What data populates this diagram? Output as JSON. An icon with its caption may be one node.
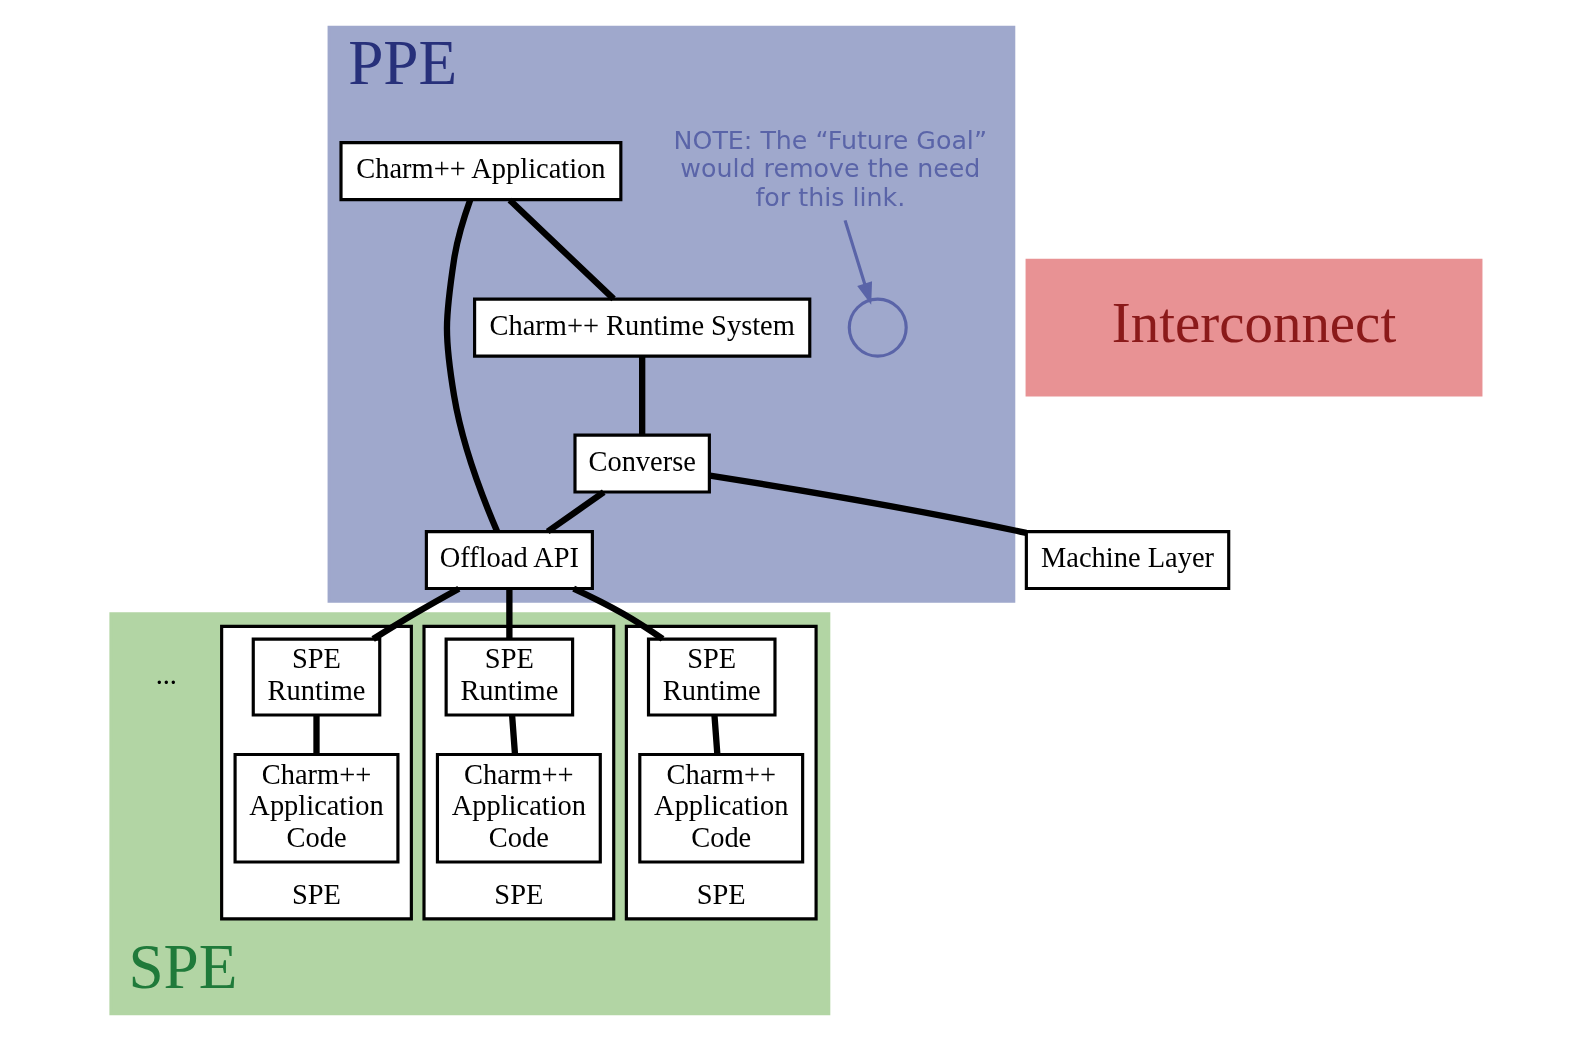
{
  "diagram": {
    "nodes": [
      {
        "text": [
          "PPE"
        ]
      },
      {
        "text": [
          "Charm++ Application"
        ],
        "in": 0
      },
      {
        "text": [
          "Charm++ Runtime System"
        ],
        "in": 0
      },
      {
        "text": [
          "Converse"
        ],
        "in": 0
      },
      {
        "text": [
          "Offload API"
        ],
        "in": 0
      },
      {
        "text": [
          "Machine Layer"
        ]
      },
      {
        "text": [
          "NOTE: The “Future Goal” would remove the need for this link."
        ],
        "in": 0
      },
      {
        "text": [],
        "shape": "circle",
        "in": 0
      },
      {
        "text": [
          "SPE"
        ]
      },
      {
        "text": [
          "SPE"
        ],
        "in": 8
      },
      {
        "text": [
          "SPE Runtime"
        ],
        "in": 9
      },
      {
        "text": [
          "Charm++ Application Code"
        ],
        "in": 9
      },
      {
        "text": [
          "SPE"
        ],
        "in": 8
      },
      {
        "text": [
          "SPE Runtime"
        ],
        "in": 12
      },
      {
        "text": [
          "Charm++ Application Code"
        ],
        "in": 12
      },
      {
        "text": [
          "SPE"
        ],
        "in": 8
      },
      {
        "text": [
          "SPE Runtime"
        ],
        "in": 15
      },
      {
        "text": [
          "Charm++ Application Code"
        ],
        "in": 15
      },
      {
        "text": [
          "Interconnect"
        ]
      }
    ],
    "edges": [
      {
        "from": 1,
        "to": 4,
        "arrow": "none"
      },
      {
        "from": 1,
        "to": 2,
        "arrow": "none"
      },
      {
        "from": 2,
        "to": 3,
        "arrow": "none"
      },
      {
        "from": 3,
        "to": 4,
        "arrow": "none"
      },
      {
        "from": 3,
        "to": 5,
        "arrow": "none"
      },
      {
        "from": 6,
        "to": 7,
        "arrow": "to",
        "color": "#5a64a8"
      },
      {
        "from": 4,
        "to": 10,
        "arrow": "none"
      },
      {
        "from": 4,
        "to": 13,
        "arrow": "none"
      },
      {
        "from": 4,
        "to": 16,
        "arrow": "none"
      },
      {
        "from": 10,
        "to": 11,
        "arrow": "none"
      },
      {
        "from": 13,
        "to": 14,
        "arrow": "none"
      },
      {
        "from": 16,
        "to": 17,
        "arrow": "none"
      }
    ],
    "labels": [
      "..."
    ]
  }
}
